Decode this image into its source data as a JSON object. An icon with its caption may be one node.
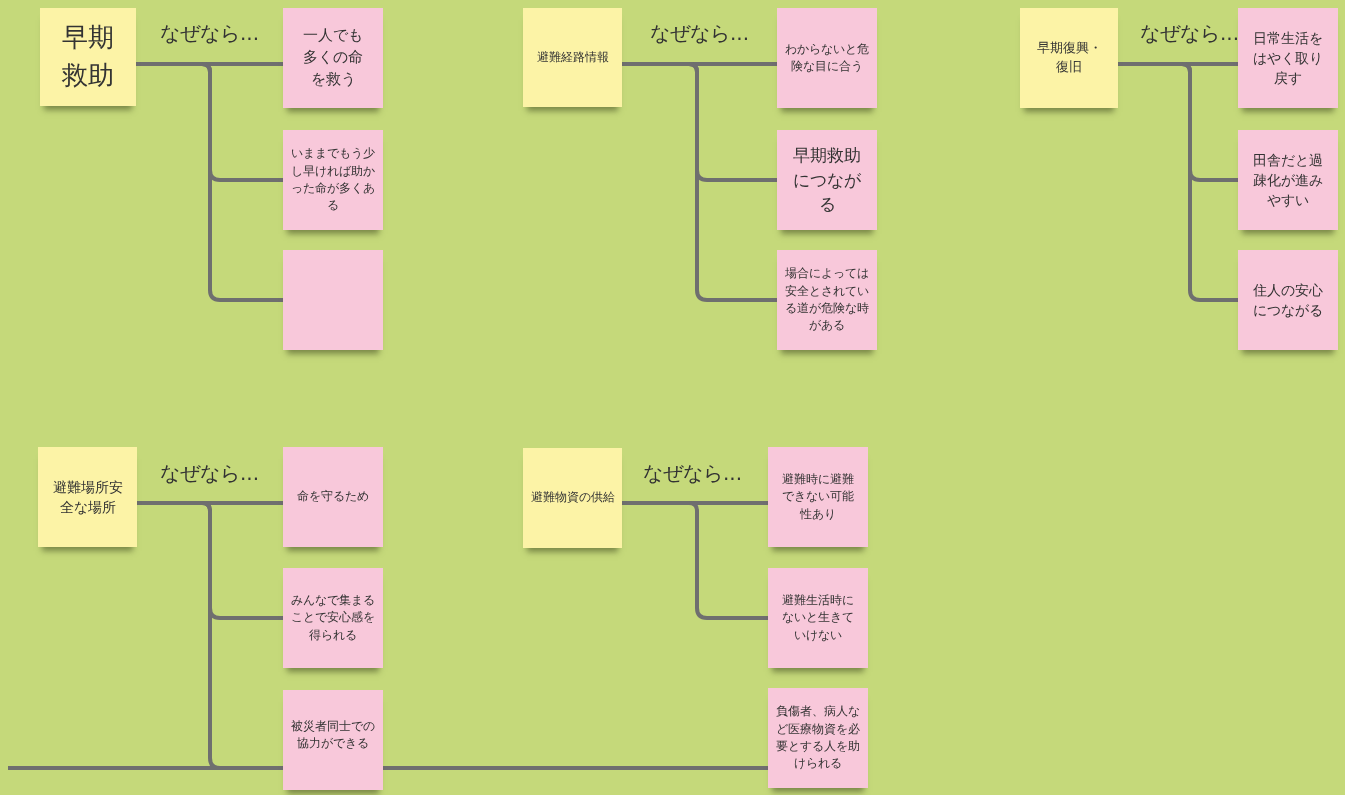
{
  "diagram": {
    "nodes": [
      {
        "text": [
          "早期救助"
        ]
      },
      {
        "text": [
          "一人でも多くの命を救う"
        ]
      },
      {
        "text": [
          "いままでもう少し早ければ助かった命が多くある"
        ]
      },
      {
        "text": [],
        "shape": "box"
      },
      {
        "text": [
          "避難経路情報"
        ]
      },
      {
        "text": [
          "わからないと危険な目に合う"
        ]
      },
      {
        "text": [
          "早期救助につながる"
        ]
      },
      {
        "text": [
          "場合によっては安全とされている道が危険な時がある"
        ]
      },
      {
        "text": [
          "早期復興・復旧"
        ]
      },
      {
        "text": [
          "日常生活をはやく取り戻す"
        ]
      },
      {
        "text": [
          "田舎だと過疎化が進みやすい"
        ]
      },
      {
        "text": [
          "住人の安心につながる"
        ]
      },
      {
        "text": [
          "避難場所安全な場所"
        ]
      },
      {
        "text": [
          "命を守るため"
        ]
      },
      {
        "text": [
          "みんなで集まることで安心感を得られる"
        ]
      },
      {
        "text": [
          "被災者同士での協力ができる"
        ]
      },
      {
        "text": [
          "避難物資の供給"
        ]
      },
      {
        "text": [
          "避難時に避難できない可能性あり"
        ]
      },
      {
        "text": [
          "避難生活時にないと生きていけない"
        ]
      },
      {
        "text": [
          "負傷者、病人など医療物資を必要とする人を助けられる"
        ]
      }
    ],
    "edges": [
      {
        "from": 0,
        "to": 1,
        "arrow": "none"
      },
      {
        "from": 0,
        "to": 2,
        "arrow": "none"
      },
      {
        "from": 0,
        "to": 3,
        "arrow": "none"
      },
      {
        "from": 4,
        "to": 5,
        "arrow": "none"
      },
      {
        "from": 4,
        "to": 6,
        "arrow": "none"
      },
      {
        "from": 4,
        "to": 7,
        "arrow": "none"
      },
      {
        "from": 8,
        "to": 9,
        "arrow": "none"
      },
      {
        "from": 8,
        "to": 10,
        "arrow": "none"
      },
      {
        "from": 8,
        "to": 11,
        "arrow": "none"
      },
      {
        "from": 12,
        "to": 13,
        "arrow": "none"
      },
      {
        "from": 12,
        "to": 14,
        "arrow": "none"
      },
      {
        "from": 12,
        "to": 15,
        "arrow": "none"
      },
      {
        "from": 16,
        "to": 17,
        "arrow": "none"
      },
      {
        "from": 16,
        "to": 18,
        "arrow": "none"
      },
      {
        "from": null,
        "to": 19,
        "arrow": "none"
      }
    ],
    "labels": [
      "なぜなら...",
      "なぜなら...",
      "なぜなら...",
      "なぜなら...",
      "なぜなら..."
    ]
  }
}
